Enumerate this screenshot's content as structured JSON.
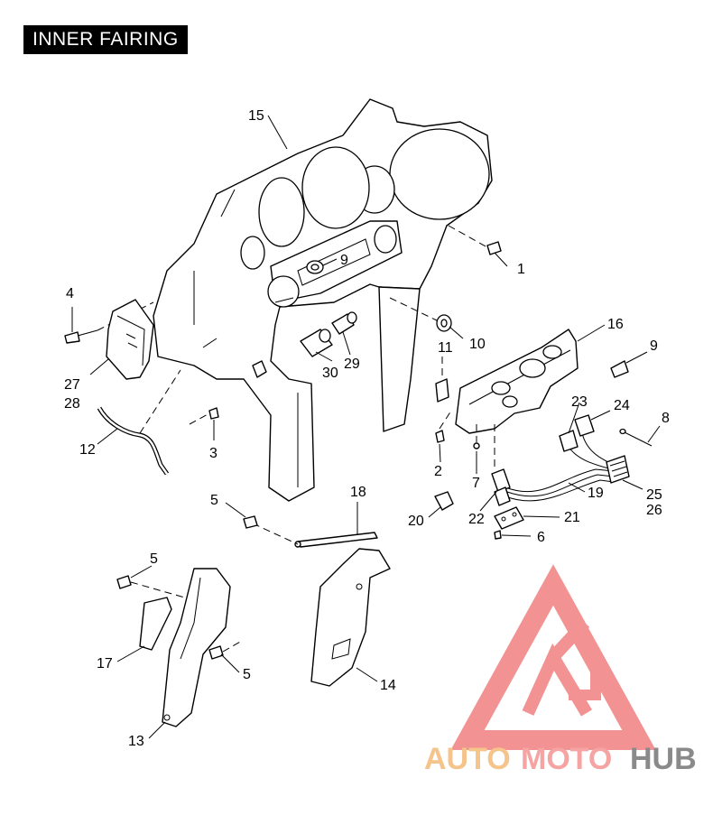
{
  "title": "INNER FAIRING",
  "callouts": {
    "c1": "1",
    "c2": "2",
    "c3": "3",
    "c4": "4",
    "c5a": "5",
    "c5b": "5",
    "c5c": "5",
    "c6": "6",
    "c7": "7",
    "c8": "8",
    "c9a": "9",
    "c9b": "9",
    "c10": "10",
    "c11": "11",
    "c12": "12",
    "c13": "13",
    "c14": "14",
    "c15": "15",
    "c16": "16",
    "c17": "17",
    "c18": "18",
    "c19": "19",
    "c20": "20",
    "c21": "21",
    "c22": "22",
    "c23": "23",
    "c24": "24",
    "c25": "25",
    "c26": "26",
    "c27": "27",
    "c28": "28",
    "c29": "29",
    "c30": "30"
  },
  "watermark": {
    "brand_part1": "AUTO",
    "brand_part2": "MOTO",
    "brand_part3": "HUB",
    "color_part1": "#f4c48a",
    "color_part2": "#f5a3a3",
    "color_part3": "#8a8a8a",
    "logo_color": "#f08080"
  }
}
